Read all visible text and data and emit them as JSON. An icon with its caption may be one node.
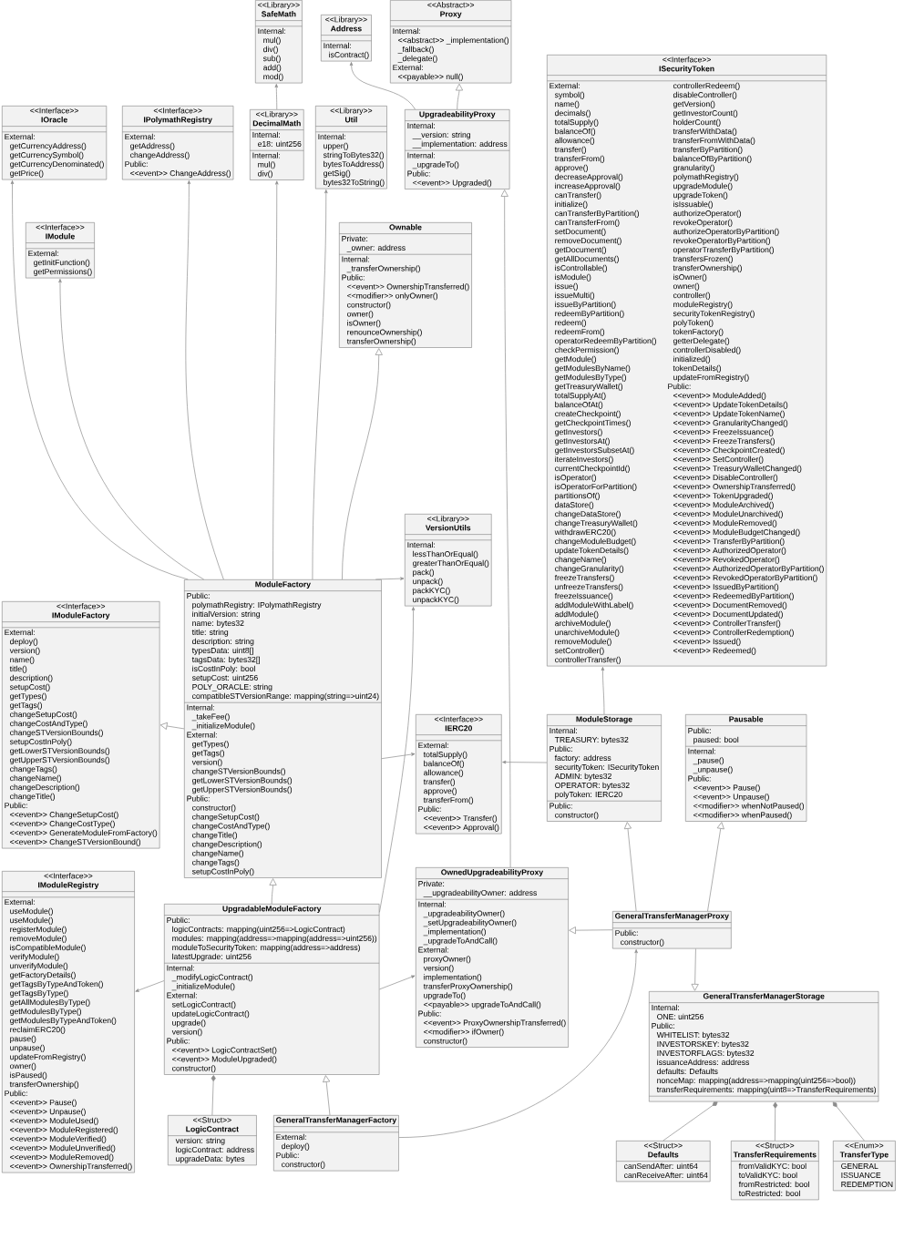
{
  "diagram": {
    "nodes": [
      {
        "text": [
          "<<Library>>",
          "SafeMath",
          "Internal:",
          "mul()",
          "div()",
          "sub()",
          "add()",
          "mod()"
        ]
      },
      {
        "text": [
          "<<Library>>",
          "Address",
          "Internal:",
          "isContract()"
        ]
      },
      {
        "text": [
          "<<Abstract>>",
          "Proxy",
          "Internal:",
          "<<abstract>> _implementation()",
          "_fallback()",
          "_delegate()",
          "External:",
          "<<payable>> null()"
        ]
      },
      {
        "text": [
          "<<Interface>>",
          "ISecurityToken",
          "External:",
          "symbol()",
          "name()",
          "decimals()",
          "totalSupply()",
          "balanceOf()",
          "allowance()",
          "transfer()",
          "transferFrom()",
          "approve()",
          "decreaseApproval()",
          "increaseApproval()",
          "canTransfer()",
          "initialize()",
          "canTransferByPartition()",
          "canTransferFrom()",
          "setDocument()",
          "removeDocument()",
          "getDocument()",
          "getAllDocuments()",
          "isControllable()",
          "isModule()",
          "issue()",
          "issueMulti()",
          "issueByPartition()",
          "redeemByPartition()",
          "redeem()",
          "redeemFrom()",
          "operatorRedeemByPartition()",
          "checkPermission()",
          "getModule()",
          "getModulesByName()",
          "getModulesByType()",
          "getTreasuryWallet()",
          "totalSupplyAt()",
          "balanceOfAt()",
          "createCheckpoint()",
          "getCheckpointTimes()",
          "getInvestors()",
          "getInvestorsAt()",
          "getInvestorsSubsetAt()",
          "iterateInvestors()",
          "currentCheckpointId()",
          "isOperator()",
          "isOperatorForPartition()",
          "partitionsOf()",
          "dataStore()",
          "changeDataStore()",
          "changeTreasuryWallet()",
          "withdrawERC20()",
          "changeModuleBudget()",
          "updateTokenDetails()",
          "changeName()",
          "changeGranularity()",
          "freezeTransfers()",
          "unfreezeTransfers()",
          "freezeIssuance()",
          "addModuleWithLabel()",
          "addModule()",
          "archiveModule()",
          "unarchiveModule()",
          "removeModule()",
          "setController()",
          "controllerTransfer()",
          "controllerRedeem()",
          "disableController()",
          "getVersion()",
          "getInvestorCount()",
          "holderCount()",
          "transferWithData()",
          "transferFromWithData()",
          "transferByPartition()",
          "balanceOfByPartition()",
          "granularity()",
          "polymathRegistry()",
          "upgradeModule()",
          "upgradeToken()",
          "isIssuable()",
          "authorizeOperator()",
          "revokeOperator()",
          "authorizeOperatorByPartition()",
          "revokeOperatorByPartition()",
          "operatorTransferByPartition()",
          "transfersFrozen()",
          "transferOwnership()",
          "isOwner()",
          "owner()",
          "controller()",
          "moduleRegistry()",
          "securityTokenRegistry()",
          "polyToken()",
          "tokenFactory()",
          "getterDelegate()",
          "controllerDisabled()",
          "initialized()",
          "tokenDetails()",
          "updateFromRegistry()",
          "Public:",
          "<<event>> ModuleAdded()",
          "<<event>> UpdateTokenDetails()",
          "<<event>> UpdateTokenName()",
          "<<event>> GranularityChanged()",
          "<<event>> FreezeIssuance()",
          "<<event>> FreezeTransfers()",
          "<<event>> CheckpointCreated()",
          "<<event>> SetController()",
          "<<event>> TreasuryWalletChanged()",
          "<<event>> DisableController()",
          "<<event>> OwnershipTransferred()",
          "<<event>> TokenUpgraded()",
          "<<event>> ModuleArchived()",
          "<<event>> ModuleUnarchived()",
          "<<event>> ModuleRemoved()",
          "<<event>> ModuleBudgetChanged()",
          "<<event>> TransferByPartition()",
          "<<event>> AuthorizedOperator()",
          "<<event>> RevokedOperator()",
          "<<event>> AuthorizedOperatorByPartition()",
          "<<event>> RevokedOperatorByPartition()",
          "<<event>> IssuedByPartition()",
          "<<event>> RedeemedByPartition()",
          "<<event>> DocumentRemoved()",
          "<<event>> DocumentUpdated()",
          "<<event>> ControllerTransfer()",
          "<<event>> ControllerRedemption()",
          "<<event>> Issued()",
          "<<event>> Redeemed()"
        ]
      },
      {
        "text": [
          "<<Interface>>",
          "IOracle",
          "External:",
          "getCurrencyAddress()",
          "getCurrencySymbol()",
          "getCurrencyDenominated()",
          "getPrice()"
        ]
      },
      {
        "text": [
          "<<Interface>>",
          "IPolymathRegistry",
          "External:",
          "getAddress()",
          "changeAddress()",
          "Public:",
          "<<event>> ChangeAddress()"
        ]
      },
      {
        "text": [
          "<<Interface>>",
          "IModuleFactory",
          "External:",
          "deploy()",
          "version()",
          "name()",
          "title()",
          "description()",
          "setupCost()",
          "getTypes()",
          "getTags()",
          "changeSetupCost()",
          "changeCostAndType()",
          "changeSTVersionBounds()",
          "setupCostInPoly()",
          "getLowerSTVersionBounds()",
          "getUpperSTVersionBounds()",
          "changeTags()",
          "changeName()",
          "changeDescription()",
          "changeTitle()",
          "Public:",
          "<<event>> ChangeSetupCost()",
          "<<event>> ChangeCostType()",
          "<<event>> GenerateModuleFromFactory()",
          "<<event>> ChangeSTVersionBound()"
        ]
      },
      {
        "text": [
          "Ownable",
          "Private:",
          "_owner: address",
          "Internal:",
          "_transferOwnership()",
          "Public:",
          "<<event>> OwnershipTransferred()",
          "<<modifier>> onlyOwner()",
          "constructor()",
          "owner()",
          "isOwner()",
          "renounceOwnership()",
          "transferOwnership()"
        ]
      },
      {
        "text": [
          "<<Library>>",
          "DecimalMath",
          "Internal:",
          "e18: uint256",
          "Internal:",
          "mul()",
          "div()"
        ]
      },
      {
        "text": [
          "<<Library>>",
          "Util",
          "Internal:",
          "upper()",
          "stringToBytes32()",
          "bytesToAddress()",
          "getSig()",
          "bytes32ToString()"
        ]
      },
      {
        "text": [
          "<<Interface>>",
          "IModule",
          "External:",
          "getInitFunction()",
          "getPermissions()"
        ]
      },
      {
        "text": [
          "<<Library>>",
          "VersionUtils",
          "Internal:",
          "lessThanOrEqual()",
          "greaterThanOrEqual()",
          "pack()",
          "unpack()",
          "packKYC()",
          "unpackKYC()"
        ]
      },
      {
        "text": [
          "UpgradeabilityProxy",
          "Internal:",
          "__version: string",
          "__implementation: address",
          "Internal:",
          "_upgradeTo()",
          "Public:",
          "<<event>> Upgraded()"
        ]
      },
      {
        "text": [
          "<<Interface>>",
          "IERC20",
          "External:",
          "totalSupply()",
          "balanceOf()",
          "allowance()",
          "transfer()",
          "approve()",
          "transferFrom()",
          "Public:",
          "<<event>> Transfer()",
          "<<event>> Approval()"
        ]
      },
      {
        "text": [
          "<<Interface>>",
          "IModuleRegistry",
          "External:",
          "useModule()",
          "useModule()",
          "registerModule()",
          "removeModule()",
          "isCompatibleModule()",
          "verifyModule()",
          "unverifyModule()",
          "getFactoryDetails()",
          "getTagsByTypeAndToken()",
          "getTagsByType()",
          "getAllModulesByType()",
          "getModulesByType()",
          "getModulesByTypeAndToken()",
          "reclaimERC20()",
          "pause()",
          "unpause()",
          "updateFromRegistry()",
          "owner()",
          "isPaused()",
          "transferOwnership()",
          "Public:",
          "<<event>> Pause()",
          "<<event>> Unpause()",
          "<<event>> ModuleUsed()",
          "<<event>> ModuleRegistered()",
          "<<event>> ModuleVerified()",
          "<<event>> ModuleUnverified()",
          "<<event>> ModuleRemoved()",
          "<<event>> OwnershipTransferred()"
        ]
      },
      {
        "text": [
          "ModuleFactory",
          "Public:",
          "polymathRegistry: IPolymathRegistry",
          "initialVersion: string",
          "name: bytes32",
          "title: string",
          "description: string",
          "typesData: uint8[]",
          "tagsData: bytes32[]",
          "isCostInPoly: bool",
          "setupCost: uint256",
          "POLY_ORACLE: string",
          "compatibleSTVersionRange: mapping(string=>uint24)",
          "Internal:",
          "_takeFee()",
          "_initializeModule()",
          "External:",
          "getTypes()",
          "getTags()",
          "version()",
          "changeSTVersionBounds()",
          "getLowerSTVersionBounds()",
          "getUpperSTVersionBounds()",
          "Public:",
          "constructor()",
          "changeSetupCost()",
          "changeCostAndType()",
          "changeTitle()",
          "changeDescription()",
          "changeName()",
          "changeTags()",
          "setupCostInPoly()"
        ]
      },
      {
        "text": [
          "OwnedUpgradeabilityProxy",
          "Private:",
          "__upgradeabilityOwner: address",
          "Internal:",
          "_upgradeabilityOwner()",
          "_setUpgradeabilityOwner()",
          "_implementation()",
          "_upgradeToAndCall()",
          "External:",
          "proxyOwner()",
          "version()",
          "implementation()",
          "transferProxyOwnership()",
          "upgradeTo()",
          "<<payable>> upgradeToAndCall()",
          "Public:",
          "<<event>> ProxyOwnershipTransferred()",
          "<<modifier>> ifOwner()",
          "constructor()"
        ]
      },
      {
        "text": [
          "Pausable",
          "Public:",
          "paused: bool",
          "Internal:",
          "_pause()",
          "_unpause()",
          "Public:",
          "<<event>> Pause()",
          "<<event>> Unpause()",
          "<<modifier>> whenNotPaused()",
          "<<modifier>> whenPaused()"
        ]
      },
      {
        "text": [
          "ModuleStorage",
          "Internal:",
          "TREASURY: bytes32",
          "Public:",
          "factory: address",
          "securityToken: ISecurityToken",
          "ADMIN: bytes32",
          "OPERATOR: bytes32",
          "polyToken: IERC20",
          "Public:",
          "constructor()"
        ]
      },
      {
        "text": [
          "GeneralTransferManagerStorage",
          "Internal:",
          "ONE: uint256",
          "Public:",
          "WHITELIST: bytes32",
          "INVESTORSKEY: bytes32",
          "INVESTORFLAGS: bytes32",
          "issuanceAddress: address",
          "defaults: Defaults",
          "nonceMap: mapping(address=>mapping(uint256=>bool))",
          "transferRequirements: mapping(uint8=>TransferRequirements)"
        ]
      },
      {
        "text": [
          "UpgradableModuleFactory",
          "Public:",
          "logicContracts: mapping(uint256=>LogicContract)",
          "modules: mapping(address=>mapping(address=>uint256))",
          "moduleToSecurityToken: mapping(address=>address)",
          "latestUpgrade: uint256",
          "Internal:",
          "_modifyLogicContract()",
          "_initializeModule()",
          "External:",
          "setLogicContract()",
          "updateLogicContract()",
          "upgrade()",
          "version()",
          "Public:",
          "<<event>> LogicContractSet()",
          "<<event>> ModuleUpgraded()",
          "constructor()"
        ]
      },
      {
        "text": [
          "GeneralTransferManagerProxy",
          "Public:",
          "constructor()"
        ]
      },
      {
        "text": [
          "<<Struct>>",
          "Defaults",
          "canSendAfter: uint64",
          "canReceiveAfter: uint64"
        ]
      },
      {
        "text": [
          "<<Struct>>",
          "TransferRequirements",
          "fromValidKYC: bool",
          "toValidKYC: bool",
          "fromRestricted: bool",
          "toRestricted: bool"
        ]
      },
      {
        "text": [
          "<<Enum>>",
          "TransferType",
          "GENERAL",
          "ISSUANCE",
          "REDEMPTION"
        ]
      },
      {
        "text": [
          "<<Struct>>",
          "LogicContract",
          "version: string",
          "logicContract: address",
          "upgradeData: bytes"
        ]
      },
      {
        "text": [
          "GeneralTransferManagerFactory",
          "External:",
          "deploy()",
          "Public:",
          "constructor()"
        ]
      }
    ],
    "edges": [
      {
        "from": 8,
        "to": 0,
        "arrow": "to"
      },
      {
        "from": 12,
        "to": 1,
        "arrow": "to"
      },
      {
        "from": 12,
        "to": 2,
        "arrow": "to"
      },
      {
        "from": 18,
        "to": 3,
        "arrow": "to"
      },
      {
        "from": 15,
        "to": 4,
        "arrow": "to"
      },
      {
        "from": 15,
        "to": 5,
        "arrow": "to"
      },
      {
        "from": 15,
        "to": 6,
        "arrow": "to"
      },
      {
        "from": 15,
        "to": 7,
        "arrow": "to"
      },
      {
        "from": 15,
        "to": 8,
        "arrow": "to"
      },
      {
        "from": 15,
        "to": 9,
        "arrow": "to"
      },
      {
        "from": 15,
        "to": 10,
        "arrow": "to"
      },
      {
        "from": 15,
        "to": 11,
        "arrow": "to"
      },
      {
        "from": 20,
        "to": 11,
        "arrow": "to"
      },
      {
        "from": 16,
        "to": 12,
        "arrow": "to"
      },
      {
        "from": 15,
        "to": 13,
        "arrow": "to"
      },
      {
        "from": 18,
        "to": 13,
        "arrow": "to"
      },
      {
        "from": 20,
        "to": 14,
        "arrow": "to"
      },
      {
        "from": 20,
        "to": 15,
        "arrow": "to"
      },
      {
        "from": 20,
        "to": 16,
        "arrow": "to"
      },
      {
        "from": 21,
        "to": 16,
        "arrow": "to"
      },
      {
        "from": 21,
        "to": 17,
        "arrow": "to"
      },
      {
        "from": 21,
        "to": 18,
        "arrow": "to"
      },
      {
        "from": 21,
        "to": 19,
        "arrow": "to"
      },
      {
        "from": 22,
        "to": 19,
        "arrow": "other"
      },
      {
        "from": 23,
        "to": 19,
        "arrow": "other"
      },
      {
        "from": 24,
        "to": 19,
        "arrow": "other"
      },
      {
        "from": 25,
        "to": 20,
        "arrow": "other"
      },
      {
        "from": 26,
        "to": 20,
        "arrow": "to"
      },
      {
        "from": 26,
        "to": 21,
        "arrow": "to"
      }
    ]
  }
}
